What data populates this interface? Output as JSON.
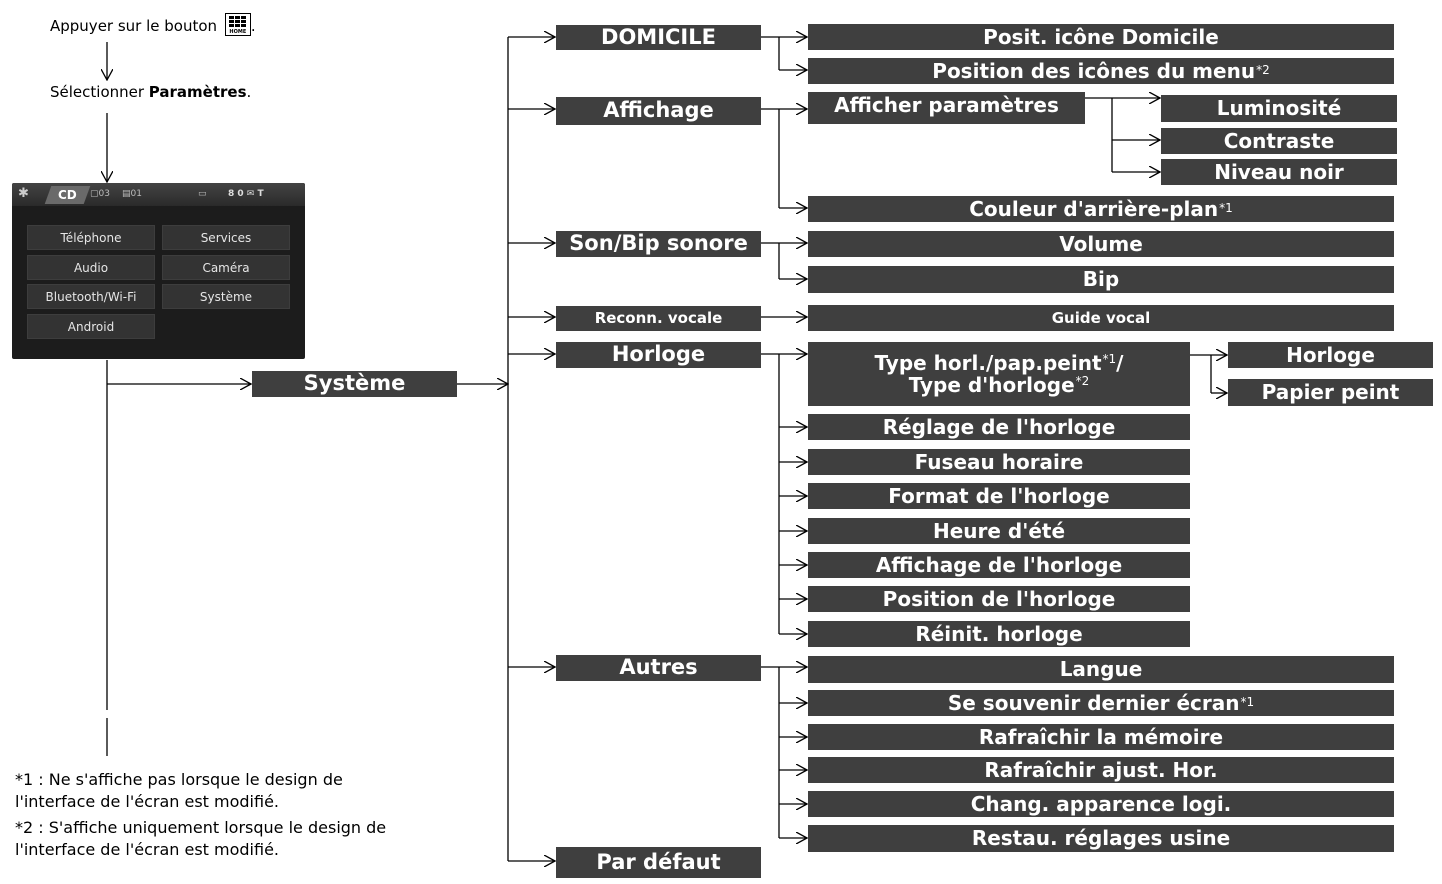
{
  "intro": {
    "press_prefix": "Appuyer sur le bouton",
    "press_suffix": ".",
    "home_label": "HOME",
    "select_prefix": "Sélectionner ",
    "select_bold": "Paramètres",
    "select_suffix": "."
  },
  "screen": {
    "tab": "CD",
    "status_left": "03",
    "status_track": "01",
    "status_right": "8 0 ✉ T",
    "buttons": [
      "Téléphone",
      "Services",
      "Audio",
      "Caméra",
      "Bluetooth/Wi-Fi",
      "Système",
      "Android"
    ]
  },
  "systeme": "Système",
  "level1": {
    "domicile": "DOMICILE",
    "affichage": "Affichage",
    "son": "Son/Bip sonore",
    "reconn": "Reconn. vocale",
    "horloge": "Horloge",
    "autres": "Autres",
    "defaut": "Par défaut"
  },
  "domicile": {
    "posit": "Posit. icône Domicile",
    "position": "Position des icônes du menu",
    "position_note": "*2"
  },
  "affichage": {
    "afficher": "Afficher paramètres",
    "lum": "Luminosité",
    "contraste": "Contraste",
    "niveau": "Niveau noir",
    "couleur": "Couleur d'arrière-plan",
    "couleur_note": "*1"
  },
  "son": {
    "volume": "Volume",
    "bip": "Bip"
  },
  "reconn": {
    "guide": "Guide vocal"
  },
  "horloge": {
    "type1": "Type horl./pap.peint",
    "type1_note": "*1",
    "type1_slash": "/",
    "type2": "Type d'horloge",
    "type2_note": "*2",
    "horloge": "Horloge",
    "papier": "Papier peint",
    "reglage": "Réglage de l'horloge",
    "fuseau": "Fuseau horaire",
    "format": "Format de l'horloge",
    "heure": "Heure d'été",
    "affichage": "Affichage de l'horloge",
    "position": "Position de l'horloge",
    "reinit": "Réinit. horloge"
  },
  "autres": {
    "langue": "Langue",
    "souvenir": "Se souvenir dernier écran",
    "souvenir_note": "*1",
    "memoire": "Rafraîchir la mémoire",
    "ajust": "Rafraîchir ajust. Hor.",
    "chang": "Chang. apparence logi.",
    "restau": "Restau. réglages usine"
  },
  "footnotes": {
    "n1_line1": "*1 : Ne s'affiche pas lorsque le design de",
    "n1_line2": "l'interface de l'écran est modifié.",
    "n2_line1": "*2 : S'affiche uniquement lorsque le design de",
    "n2_line2": "l'interface de l'écran est modifié."
  }
}
